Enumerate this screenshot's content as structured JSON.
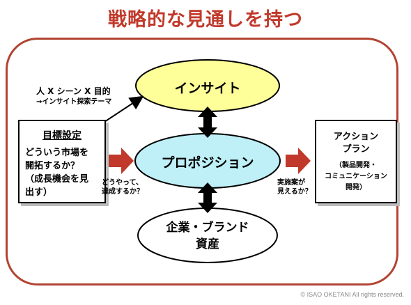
{
  "title": "戦略的な見通しを持つ",
  "insight_note": {
    "line1": "人 X シーン X 目的",
    "line2": "→インサイト探索テーマ"
  },
  "insight": "インサイト",
  "proposition": "プロポジション",
  "assets": {
    "line1": "企業・ブランド",
    "line2": "資産"
  },
  "goal": {
    "heading": "目標設定",
    "line1": "どういう市場を",
    "line2": "開拓するか？",
    "line3": "（成長機会を見",
    "line4": "出す）"
  },
  "action": {
    "line1": "アクション",
    "line2": "プラン",
    "sub1": "（製品開発・",
    "sub2": "コミュニケーション",
    "sub3": "開発）"
  },
  "left_question": {
    "line1": "どうやって、",
    "line2": "達成するか？"
  },
  "right_question": {
    "line1": "実施案が",
    "line2": "見えるか？"
  },
  "footer": "© ISAO OKETANI All rights reserved.",
  "colors": {
    "title": "#c0392b",
    "frame": "#b24332",
    "insight_fill": "#ffff99",
    "proposition_fill": "#bff0f7",
    "arrow_red": "#c0392b"
  }
}
